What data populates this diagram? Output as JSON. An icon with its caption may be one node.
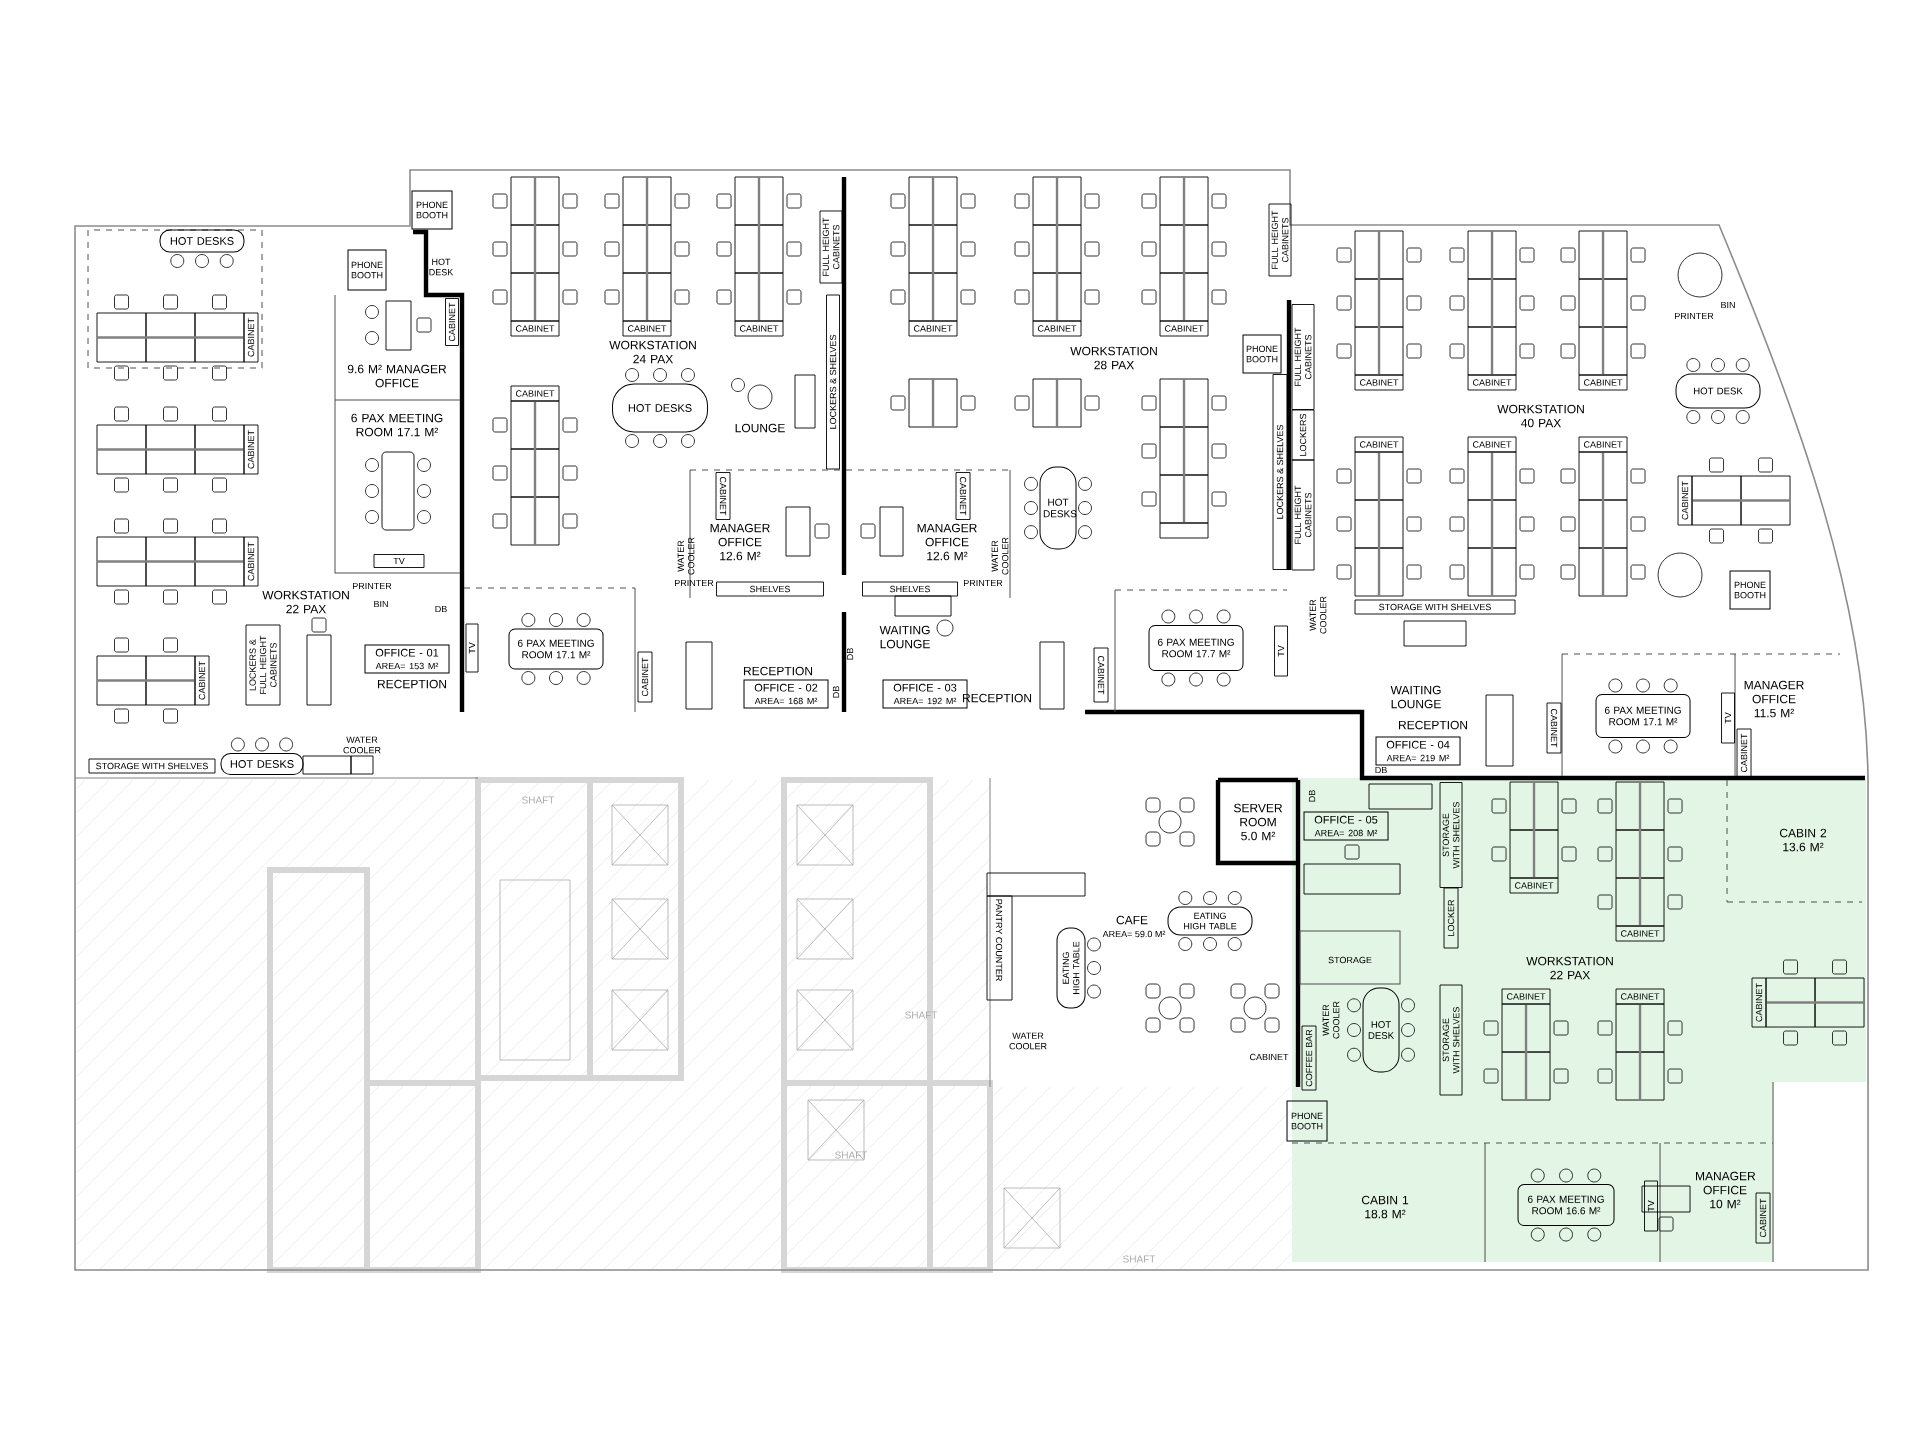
{
  "diagram": {
    "nodes": [
      {
        "text": [
          "OFFICE - 01",
          "AREA= 153 M²"
        ]
      },
      {
        "text": [
          "OFFICE - 02",
          "AREA= 168 M²"
        ]
      },
      {
        "text": [
          "OFFICE - 03",
          "AREA= 192 M²"
        ]
      },
      {
        "text": [
          "OFFICE - 04",
          "AREA= 219 M²"
        ]
      },
      {
        "text": [
          "OFFICE - 05",
          "AREA= 208 M²"
        ]
      },
      {
        "text": [
          "PHONE BOOTH"
        ]
      },
      {
        "text": [
          "PHONE BOOTH"
        ]
      },
      {
        "text": [
          "PHONE BOOTH"
        ]
      },
      {
        "text": [
          "PHONE BOOTH"
        ]
      },
      {
        "text": [
          "PHONE BOOTH"
        ]
      },
      {
        "text": [
          "HOT DESKS"
        ]
      },
      {
        "text": [
          "HOT DESKS"
        ]
      },
      {
        "text": [
          "HOT DESKS"
        ]
      },
      {
        "text": [
          "HOT DESK"
        ]
      },
      {
        "text": [
          "HOT DESKS"
        ]
      },
      {
        "text": [
          "HOT DESK"
        ]
      },
      {
        "text": [
          "6 PAX MEETING ROOM 17.1 M²"
        ]
      },
      {
        "text": [
          "6 PAX MEETING ROOM 17.7 M²"
        ]
      },
      {
        "text": [
          "6 PAX MEETING ROOM 17.1 M²"
        ]
      },
      {
        "text": [
          "6 PAX MEETING ROOM 16.6 M²"
        ]
      },
      {
        "text": [
          "EATING HIGH TABLE"
        ]
      },
      {
        "text": [
          "EATING HIGH TABLE"
        ]
      }
    ],
    "labels": [
      "HOT DESK",
      "FULL HEIGHT CABINETS",
      "FULL HEIGHT CABINETS",
      "CABINET",
      "CABINET",
      "CABINET",
      "CABINET",
      "WORKSTATION 24 PAX",
      "CABINET",
      "CABINET",
      "CABINET",
      "WORKSTATION 28 PAX",
      "CABINET",
      "FULL HEIGHT CABINETS",
      "PRINTER",
      "BIN",
      "9.6 M² MANAGER OFFICE",
      "6 PAX MEETING ROOM 17.1 M²",
      "CABINET",
      "LOUNGE",
      "LOCKERS & SHELVES",
      "LOCKERS",
      "CABINET",
      "CABINET",
      "WORKSTATION 40 PAX",
      "CABINET",
      "CABINET",
      "CABINET",
      "CABINET",
      "LOCKERS & SHELVES",
      "FULL HEIGHT CABINETS",
      "CABINET",
      "CABINET",
      "CABINET",
      "CABINET",
      "CABINET",
      "TV",
      "WATER COOLER",
      "MANAGER OFFICE 12.6 M²",
      "MANAGER OFFICE 12.6 M²",
      "WATER COOLER",
      "WORKSTATION 22 PAX",
      "PRINTER",
      "BIN",
      "DB",
      "PRINTER",
      "SHELVES",
      "SHELVES",
      "PRINTER",
      "WATER COOLER",
      "STORAGE WITH SHELVES",
      "CABINET",
      "LOCKERS & FULL HEIGHT CABINETS",
      "RECEPTION",
      "TV",
      "CABINET",
      "RECEPTION",
      "DB",
      "DB",
      "WAITING LOUNGE",
      "RECEPTION",
      "CABINET",
      "TV",
      "WAITING LOUNGE",
      "MANAGER OFFICE 11.5 M²",
      "STORAGE WITH SHELVES",
      "WATER COOLER",
      "DB",
      "RECEPTION",
      "CABINET",
      "TV",
      "CABINET",
      "SHAFT",
      "SERVER ROOM 5.0 M²",
      "DB",
      "STORAGE WITH SHELVES",
      "CABIN 2 13.6 M²",
      "PANTRY COUNTER",
      "CAFE",
      "AREA= 59.0 M²",
      "LOCKER",
      "CABINET",
      "CABINET",
      "SHAFT",
      "WATER COOLER",
      "CABINET",
      "COFFEE BAR",
      "WATER COOLER",
      "STORAGE",
      "STORAGE WITH SHELVES",
      "CABINET",
      "WORKSTATION 22 PAX",
      "CABINET",
      "CABINET",
      "SHAFT",
      "CABIN 1 18.8 M²",
      "TV",
      "MANAGER OFFICE 10 M²",
      "CABINET",
      "SHAFT"
    ]
  }
}
